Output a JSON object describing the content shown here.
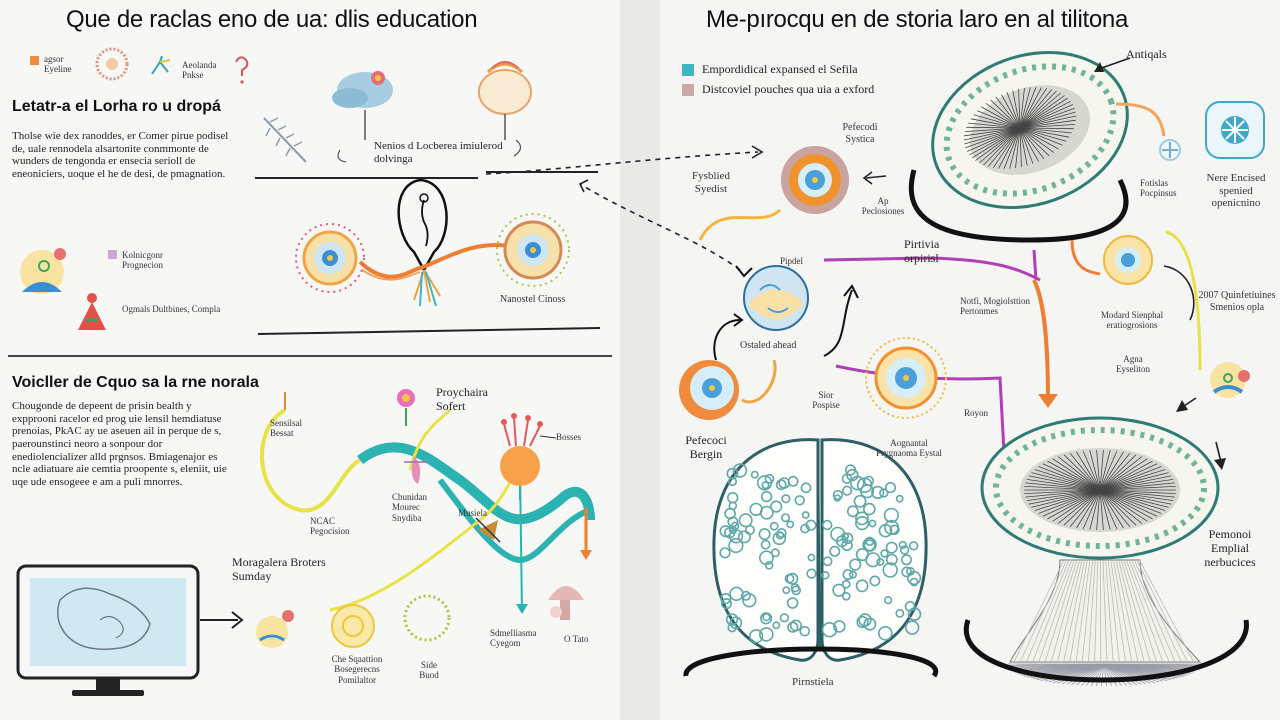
{
  "left": {
    "title": "Que de raclas eno de ua: dlis education",
    "legend_small": [
      {
        "label": "agsor Eyeline"
      },
      {
        "label": "Aeolanda Pnkse"
      }
    ],
    "section1_title": "Letatr-a el Lorha ro u dropá",
    "section1_body": "Tholse wie dex ranoddes, er Comer pirue podisel de, uale rennodela alsartonite conmmonte de wunders de tengonda er ensecia serioll de eneoniciers, uoque el he de desi, de pmagnation.",
    "legend1": {
      "label1": "Kolnicgonr Prognecion",
      "label2": "Ogmals Dultbines, Compla"
    },
    "center_label1": "Nenios d Locberea imiulerod dolvinga",
    "center_label2": "Nanostel Cinoss",
    "section2_title": "Voicller de Cquo sa la rne norala",
    "section2_body": "Chougonde de depeent de prisin bealth y expprooni racelor ed prog uie lensil hemdiatuse prenoias, PkAC ay ue aseuen ail in perque de s, paerounstinci neoro a sonpour dor enediolencializer alld prgnsos. Bmiagenajor es ncle adiatuare aie cemtia proopente s, eleniit, uie uqe ude ensogeee e am a puli mnorres.",
    "flow_labels": {
      "sensor_boost": "Sensilsal Bessat",
      "psychatra": "Proychaira Sofert",
      "bosses": "Bosses",
      "ncac": "NCAC Pegocision",
      "cloudial": "Cbunidan Mourec Snydiba",
      "musiela": "Musiela",
      "symbolisms": "Sdmelliasma Cyegom",
      "o_tata": "O Tato",
      "monografera": "Moragalera Broters Sumday",
      "che_speaker": "Che Sqaattion Bosegerecns Pomilaltor",
      "side_board": "Side Buod"
    }
  },
  "right": {
    "title": "Me-pırocqu en de storia laro en al tilitona",
    "legend": [
      {
        "label": "Empordidical expansed el Sefila",
        "color": "#3fb6c0"
      },
      {
        "label": "Distcoviel pouches qua uia a exford",
        "color": "#c9a8a6"
      }
    ],
    "labels": {
      "antiqals": "Antiqals",
      "pefecodi": "Pefecodi Systica",
      "fysbied": "Fysblied Syedist",
      "ap_peslosans": "Ap Peclosiones",
      "foliatas": "Fotislas Pocpinsus",
      "nere": "Nere Encised spenied openicnino",
      "pirtivia": "Pirtivia orpirisl",
      "pipdel": "Pipdel",
      "ostaled": "Ostaled ahead",
      "notfi": "Notfi, Mogiolsttion Pertonmes",
      "modard": "Modard Sienphal eratiogrosions",
      "agua": "Agna Eyseliton",
      "y2007": "2007 Quinfetiuines Smenios opla",
      "sir_propise": "Sior Pospise",
      "aognantal": "Aognantal Prygnaoma Eystal",
      "royon": "Royon",
      "pefecoci": "Pefecoci Bergin",
      "pirnstiela": "Pirnstiela",
      "personal": "Pemonoi Emplial nerbucices"
    }
  }
}
